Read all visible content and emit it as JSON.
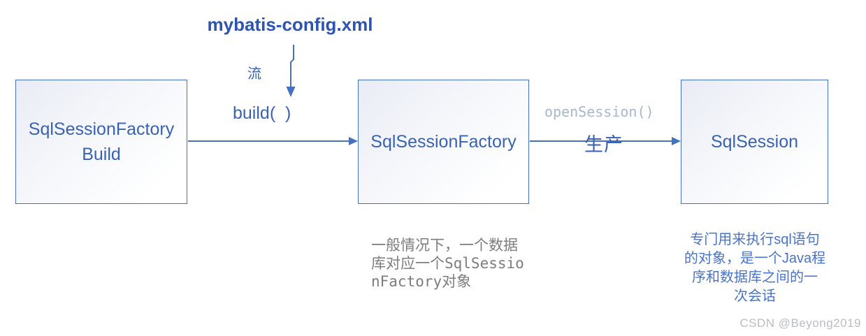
{
  "diagram": {
    "title": "mybatis-config.xml",
    "nodes": [
      {
        "id": "sql-session-factory-builder",
        "label": "SqlSessionFactory\nBuild"
      },
      {
        "id": "sql-session-factory",
        "label": "SqlSessionFactory"
      },
      {
        "id": "sql-session",
        "label": "SqlSession"
      }
    ],
    "edge_labels": {
      "stream": "流",
      "build": "build(  )",
      "open_session": "openSession()",
      "produce": "生产"
    },
    "notes": {
      "factory_note": "一般情况下，一个数据\n库对应一个SqlSessio\nnFactory对象",
      "session_note": "专门用来执行sql语句\n的对象，是一个Java程\n序和数据库之间的一\n次会话"
    },
    "watermark": "CSDN @Beyong2019",
    "colors": {
      "accent_blue": "#3a62b4",
      "title_blue": "#2d54b4",
      "box_border_blue": "#4471c2",
      "box_fill_light": "#e9ecf5",
      "muted_blue_gray": "#a8b6cf",
      "note_gray": "#7d7d7d",
      "note_blue": "#4a74c8",
      "watermark_gray": "#b9bdc3"
    }
  }
}
